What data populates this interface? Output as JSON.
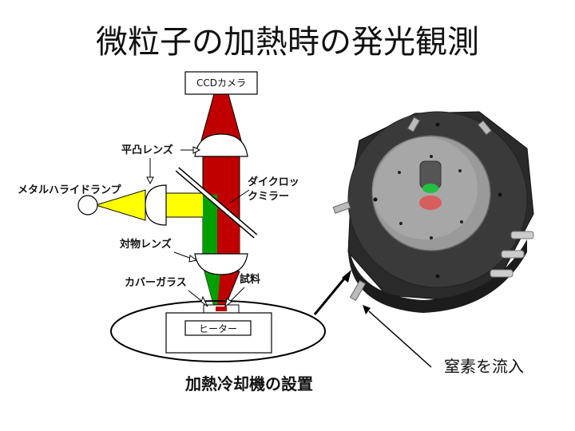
{
  "title": "微粒子の加熱時の発光観測",
  "labels": {
    "camera": "CCDカメラ",
    "plano_convex_lens": "平凸レンズ",
    "dichroic_line1": "ダイクロッ",
    "dichroic_line2": "クミラー",
    "metal_halide_lamp": "メタルハライドランプ",
    "objective_lens": "対物レンズ",
    "cover_glass": "カバーガラス",
    "sample": "試料",
    "heater": "ヒーター",
    "install_caption": "加熱冷却機の設置",
    "nitrogen_caption": "窒素を流入"
  },
  "colors": {
    "red_beam": "#c00000",
    "green_beam": "#00a000",
    "yellow_beam": "#ffff00",
    "stage_body": "#3a3a3a",
    "window": "#9a9a9a"
  }
}
